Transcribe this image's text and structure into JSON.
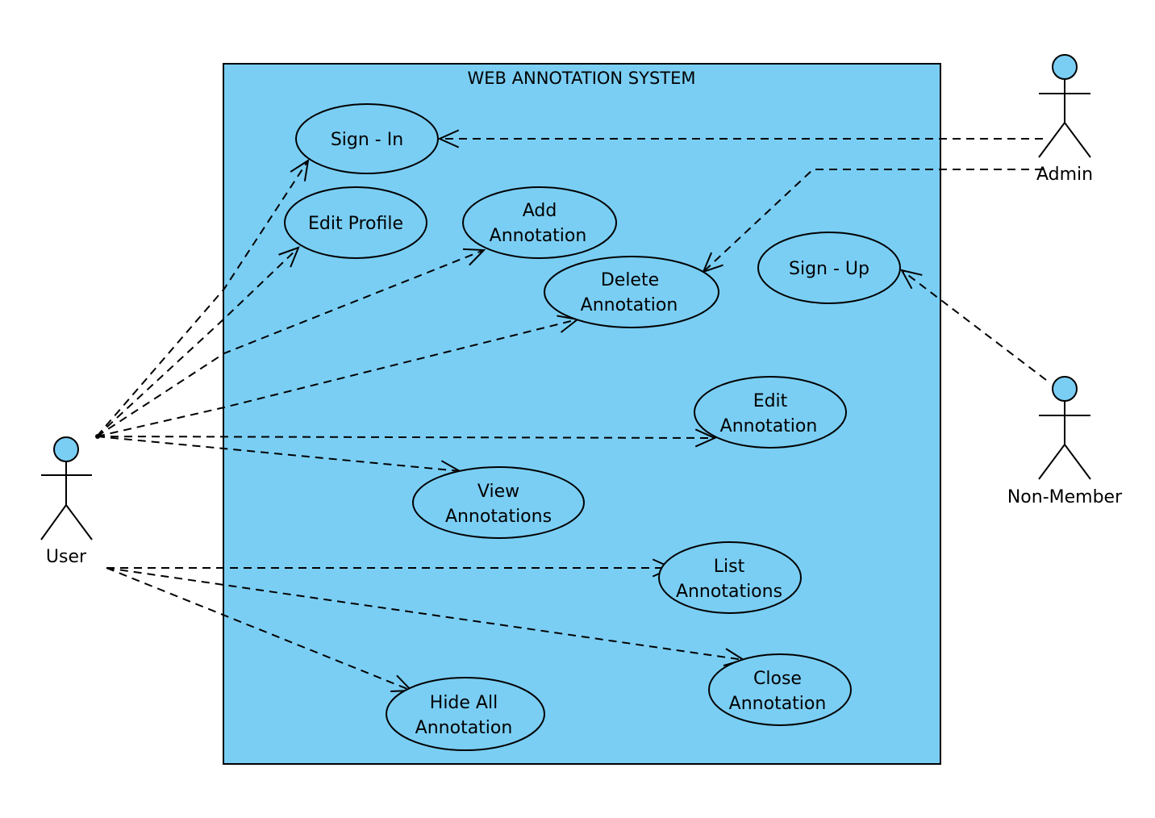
{
  "colors": {
    "fill": "#7acef4",
    "stroke": "#000000",
    "background": "#ffffff"
  },
  "system": {
    "title": "WEB ANNOTATION SYSTEM"
  },
  "actors": {
    "user": {
      "label": "User"
    },
    "admin": {
      "label": "Admin"
    },
    "non_member": {
      "label": "Non-Member"
    }
  },
  "use_cases": {
    "sign_in": {
      "lines": [
        "Sign - In"
      ]
    },
    "edit_profile": {
      "lines": [
        "Edit Profile"
      ]
    },
    "add_annotation": {
      "lines": [
        "Add",
        "Annotation"
      ]
    },
    "delete_annotation": {
      "lines": [
        "Delete",
        "Annotation"
      ]
    },
    "sign_up": {
      "lines": [
        "Sign - Up"
      ]
    },
    "edit_annotation": {
      "lines": [
        "Edit",
        "Annotation"
      ]
    },
    "view_annotations": {
      "lines": [
        "View",
        "Annotations"
      ]
    },
    "list_annotations": {
      "lines": [
        "List",
        "Annotations"
      ]
    },
    "close_annotation": {
      "lines": [
        "Close",
        "Annotation"
      ]
    },
    "hide_all_annotation": {
      "lines": [
        "Hide All",
        "Annotation"
      ]
    }
  },
  "relations": [
    {
      "from": "user",
      "to": "sign_in"
    },
    {
      "from": "user",
      "to": "edit_profile"
    },
    {
      "from": "user",
      "to": "add_annotation"
    },
    {
      "from": "user",
      "to": "delete_annotation"
    },
    {
      "from": "user",
      "to": "edit_annotation"
    },
    {
      "from": "user",
      "to": "view_annotations"
    },
    {
      "from": "user",
      "to": "list_annotations"
    },
    {
      "from": "user",
      "to": "close_annotation"
    },
    {
      "from": "user",
      "to": "hide_all_annotation"
    },
    {
      "from": "admin",
      "to": "sign_in"
    },
    {
      "from": "admin",
      "to": "delete_annotation"
    },
    {
      "from": "non_member",
      "to": "sign_up"
    }
  ]
}
